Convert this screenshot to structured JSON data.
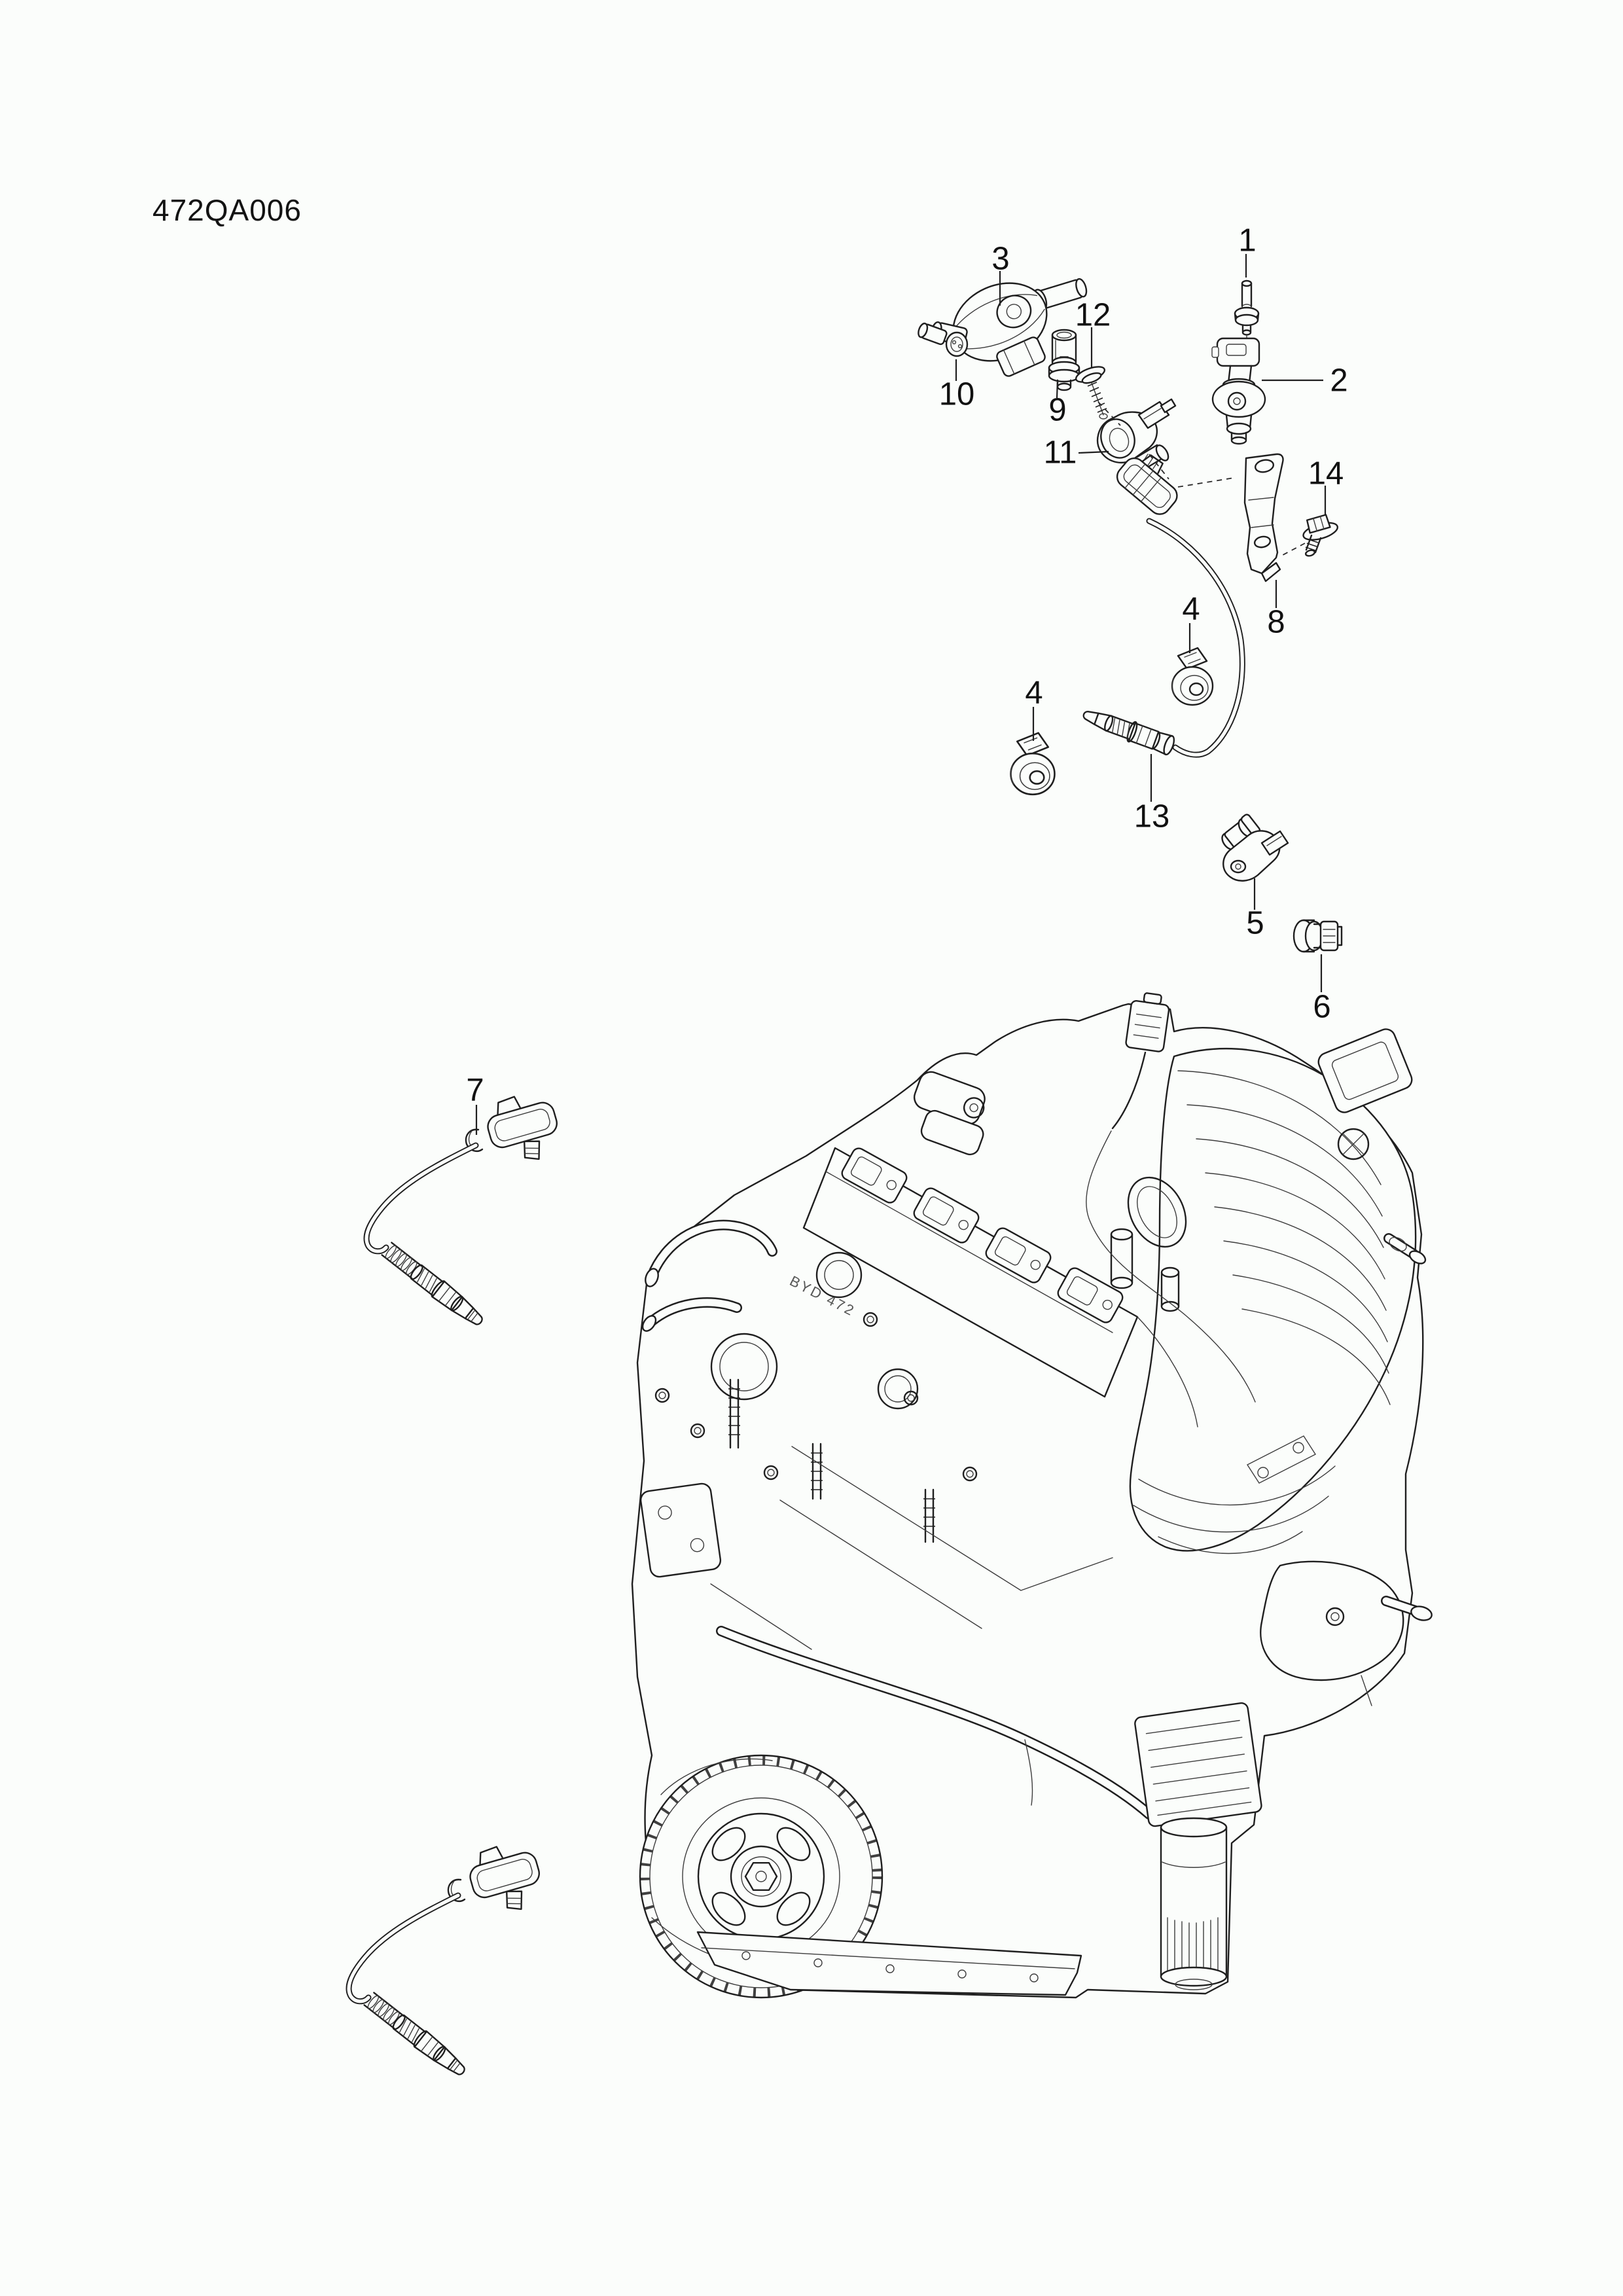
{
  "page": {
    "code": "472QA006"
  },
  "figure": {
    "engine_cover_text": "BYD 472"
  },
  "callouts": [
    {
      "id": "callout-1",
      "label": "1"
    },
    {
      "id": "callout-2",
      "label": "2"
    },
    {
      "id": "callout-3",
      "label": "3"
    },
    {
      "id": "callout-12",
      "label": "12"
    },
    {
      "id": "callout-10",
      "label": "10"
    },
    {
      "id": "callout-9",
      "label": "9"
    },
    {
      "id": "callout-11",
      "label": "11"
    },
    {
      "id": "callout-14",
      "label": "14"
    },
    {
      "id": "callout-4a",
      "label": "4"
    },
    {
      "id": "callout-8",
      "label": "8"
    },
    {
      "id": "callout-4b",
      "label": "4"
    },
    {
      "id": "callout-13",
      "label": "13"
    },
    {
      "id": "callout-5",
      "label": "5"
    },
    {
      "id": "callout-6",
      "label": "6"
    },
    {
      "id": "callout-7",
      "label": "7"
    }
  ]
}
